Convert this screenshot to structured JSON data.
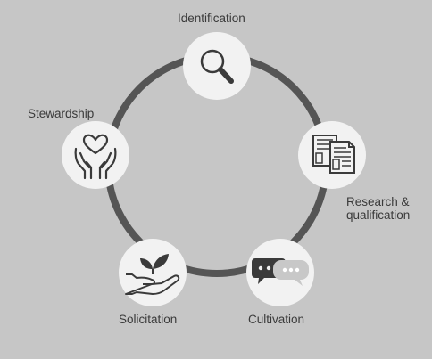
{
  "stages": [
    {
      "label": "Identification",
      "icon": "magnifier-icon"
    },
    {
      "label_line1": "Research &",
      "label_line2": "qualification",
      "icon": "documents-icon"
    },
    {
      "label": "Cultivation",
      "icon": "chat-bubbles-icon"
    },
    {
      "label": "Solicitation",
      "icon": "hand-plant-icon"
    },
    {
      "label": "Stewardship",
      "icon": "hands-heart-icon"
    }
  ],
  "colors": {
    "background": "#c6c6c6",
    "ring": "#555555",
    "node_fill": "#f2f2f2",
    "icon": "#3a3a3a",
    "text": "#3a3a3a"
  }
}
